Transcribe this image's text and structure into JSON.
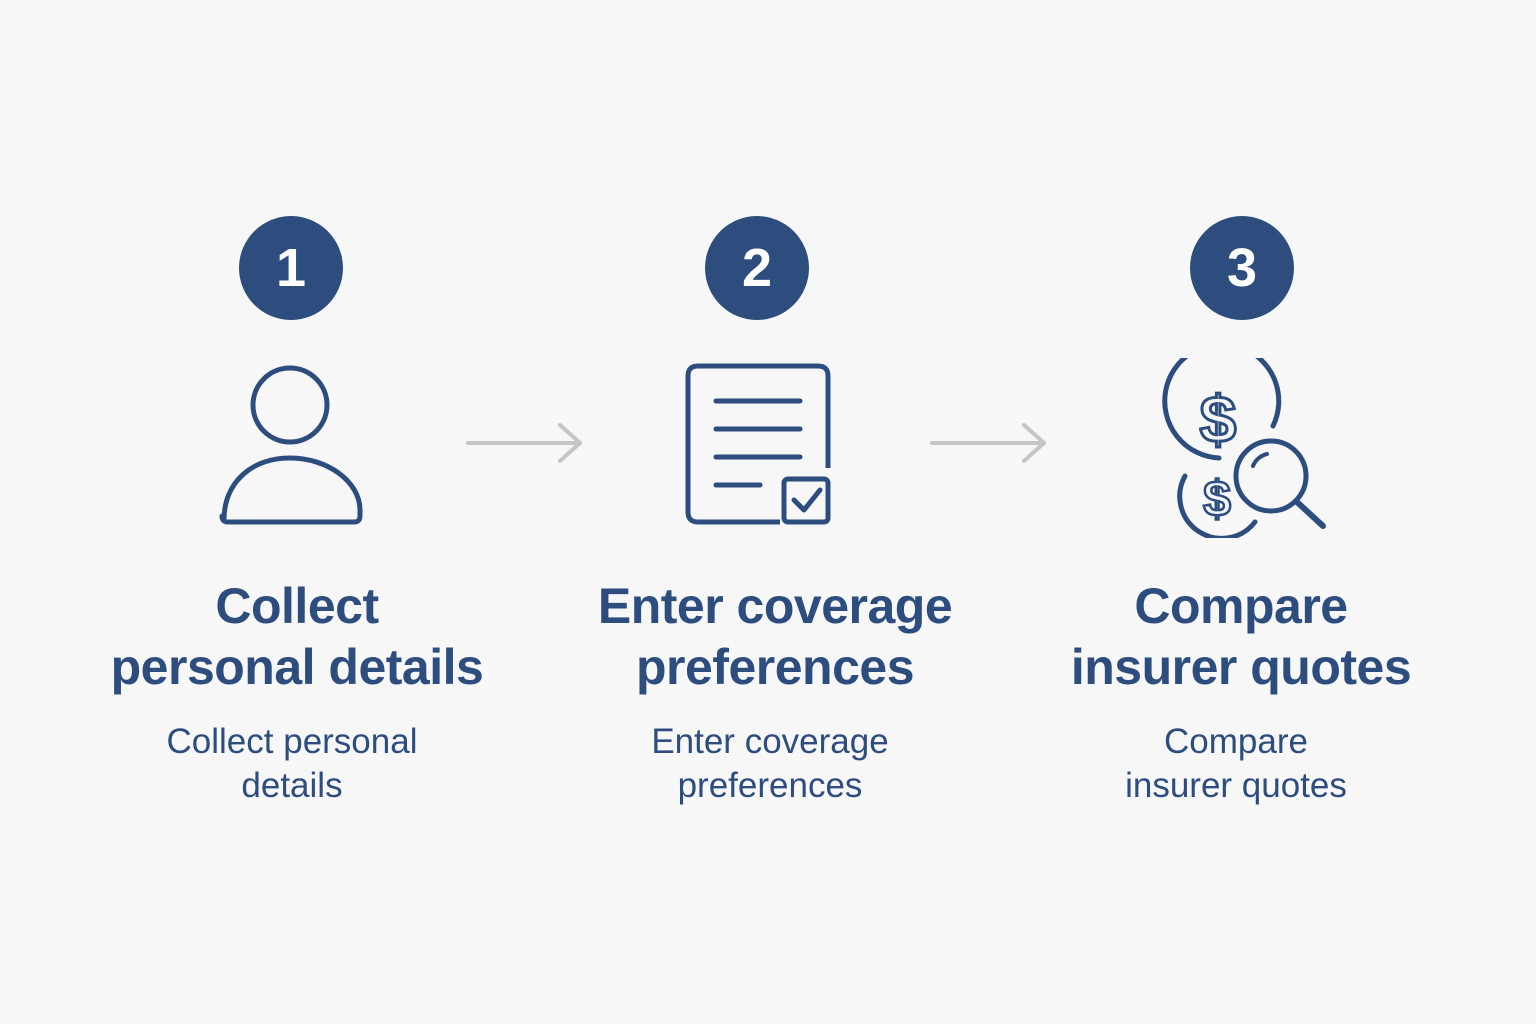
{
  "colors": {
    "background": "#f7f7f7",
    "primary": "#2e4d7f",
    "arrow": "#c5c5c5",
    "badge_text": "#ffffff"
  },
  "steps": [
    {
      "number": "1",
      "icon": "user-icon",
      "title_line1": "Collect",
      "title_line2": "personal details",
      "desc_line1": "Collect personal",
      "desc_line2": "details"
    },
    {
      "number": "2",
      "icon": "document-check-icon",
      "title_line1": "Enter coverage",
      "title_line2": "preferences",
      "desc_line1": "Enter coverage",
      "desc_line2": "preferences"
    },
    {
      "number": "3",
      "icon": "dollar-search-icon",
      "title_line1": "Compare",
      "title_line2": "insurer quotes",
      "desc_line1": "Compare",
      "desc_line2": "insurer quotes"
    }
  ],
  "connectors": [
    "arrow-right-icon",
    "arrow-right-icon"
  ]
}
